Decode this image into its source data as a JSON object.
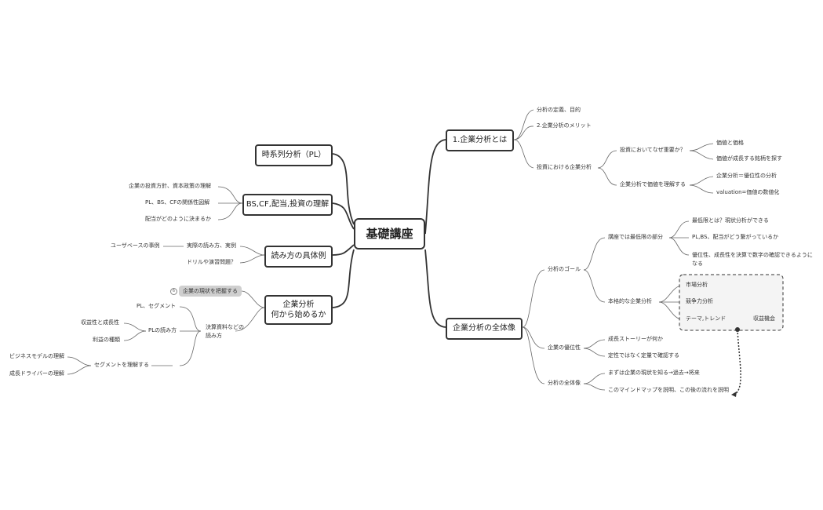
{
  "center": "基礎講座",
  "branches": {
    "b1": {
      "label": "1.企業分析とは",
      "c1": "分析の定義、目的",
      "c2": "2.企業分析のメリット",
      "c3": "投資における企業分析",
      "g1": "投資においてなぜ重要か？",
      "g1a": "価値と価格",
      "g1b": "価値が成長する銘柄を探す",
      "g2": "企業分析で価値を理解する",
      "g2a": "企業分析＝優位性の分析",
      "g2b": "valuation=価値の数値化"
    },
    "b2": {
      "label": "企業分析の全体像",
      "goal": "分析のゴール",
      "goal_a": "講座では最低限の部分",
      "goal_a1": "最低限とは？現状分析ができる",
      "goal_a2": "PL,BS、配当がどう繋がっているか",
      "goal_a3": "優位性、成長性を決算で数字の確認できるようになる",
      "goal_b": "本格的な企業分析",
      "goal_b1": "市場分析",
      "goal_b2": "競争力分析",
      "goal_b3": "テーマ,トレンド",
      "goal_b3a": "収益機会",
      "adv": "企業の優位性",
      "adv1": "成長ストーリーが何か",
      "adv2": "定性ではなく定量で確認する",
      "whole": "分析の全体像",
      "whole1": "まずは企業の現状を知る→過去→将来",
      "whole2": "このマインドマップを説明、この後の流れを説明"
    },
    "b3": {
      "label": "時系列分析（PL）"
    },
    "b4": {
      "label": "BS,CF,配当,投資の理解",
      "c1": "企業の投資方針、資本政策の理解",
      "c2": "PL、BS、CFの関係性図解",
      "c3": "配当がどのように決まるか"
    },
    "b5": {
      "label": "読み方の具体例",
      "c1": "実際の読み方、実例",
      "c1a": "ユーザベースの事例",
      "c2": "ドリルや演習問題？"
    },
    "b6": {
      "label_line1": "企業分析",
      "label_line2": "何から始めるか",
      "pill": "企業の現状を把握する",
      "badge": "6",
      "fin_line1": "決算資料などの",
      "fin_line2": "読み方",
      "pl_seg": "PL、セグメント",
      "pl_read": "PLの読み方",
      "pl_read1": "収益性と成長性",
      "pl_read2": "利益の種類",
      "seg": "セグメントを理解する",
      "seg1": "ビジネスモデルの理解",
      "seg2": "成長ドライバーの理解"
    }
  }
}
